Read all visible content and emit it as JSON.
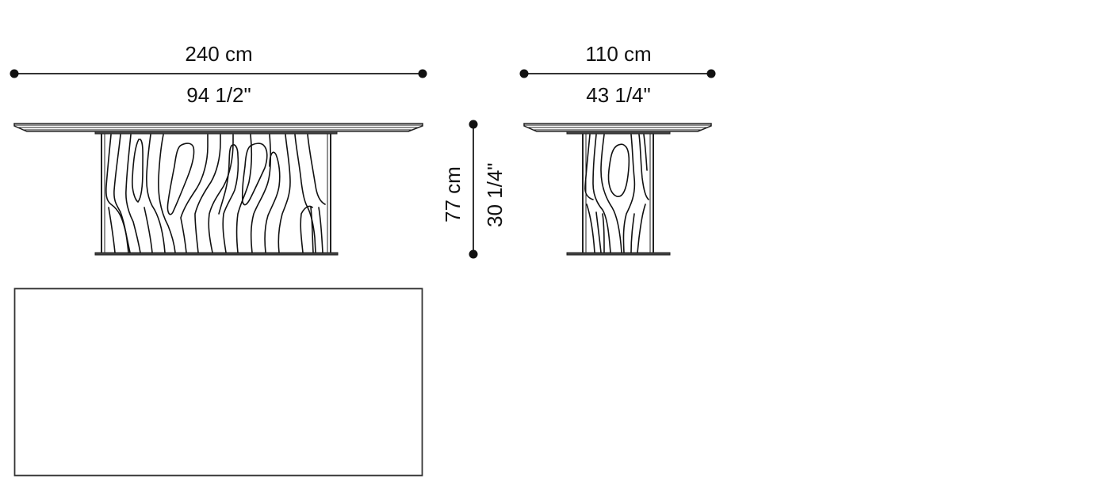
{
  "drawing": {
    "type": "furniture dimension drawing",
    "subject": "rectangular dining table with carved wood-grain pedestal base",
    "views": [
      "front-elevation",
      "side-elevation",
      "top-plan"
    ]
  },
  "dimensions": {
    "length": {
      "metric": "240 cm",
      "imperial": "94 1/2\""
    },
    "depth": {
      "metric": "110 cm",
      "imperial": "43 1/4\""
    },
    "height": {
      "metric": "77 cm",
      "imperial": "30 1/4\""
    }
  },
  "colors": {
    "background": "#ffffff",
    "line": "#111111",
    "frame": "#333333"
  }
}
